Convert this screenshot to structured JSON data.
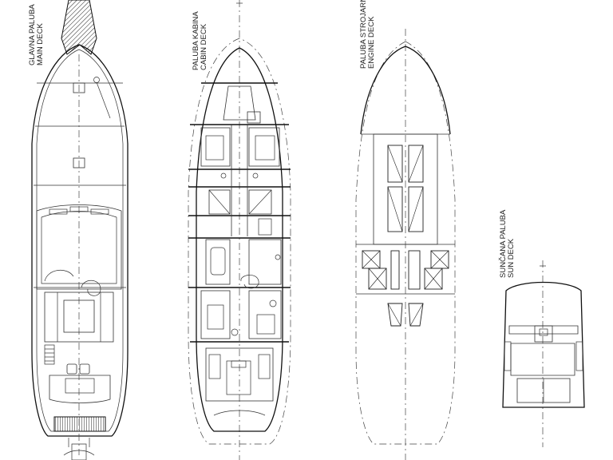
{
  "decks": [
    {
      "id": "main",
      "label_hr": "GLAVNA PALUBA",
      "label_en": "MAIN DECK"
    },
    {
      "id": "cabin",
      "label_hr": "PALUBA KABINA",
      "label_en": "CABIN DECK"
    },
    {
      "id": "engine",
      "label_hr": "PALUBA STROJARNICE",
      "label_en": "ENGINE DECK"
    },
    {
      "id": "sun",
      "label_hr": "SUNČANA PALUBA",
      "label_en": "SUN DECK"
    }
  ],
  "colors": {
    "line": "#111111",
    "background": "#ffffff"
  }
}
